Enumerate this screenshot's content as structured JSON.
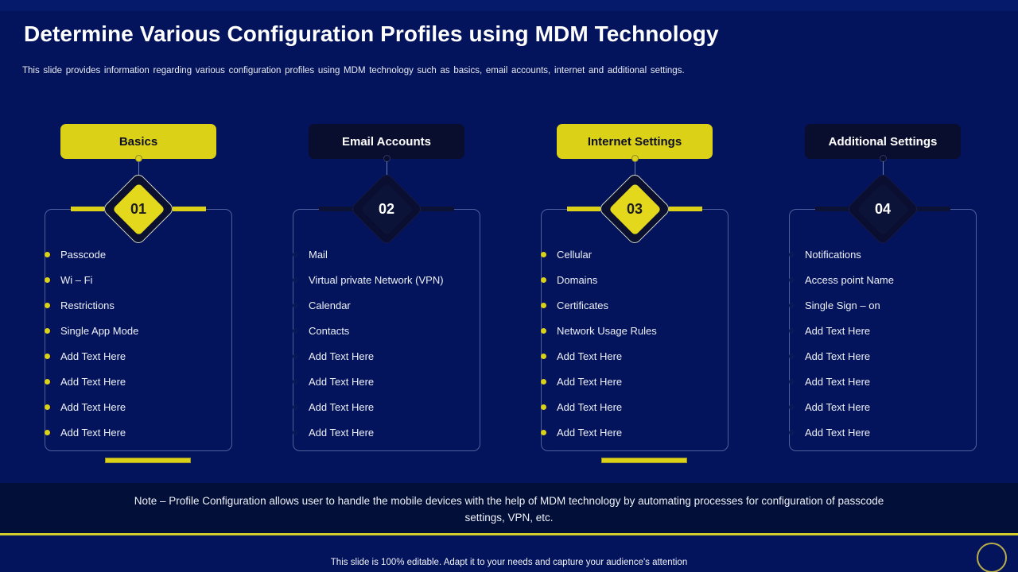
{
  "header": {
    "title": "Determine Various Configuration Profiles using MDM Technology",
    "subtitle": "This slide provides  information regarding  various  configuration  profiles using MDM technology such as basics, email  accounts, internet  and additional  settings."
  },
  "colors": {
    "background": "#04145c",
    "accent": "#dbd117",
    "dark_card": "#0a0e2e",
    "note_band": "#020f38",
    "text": "#ffffff"
  },
  "columns": [
    {
      "title": "Basics",
      "number": "01",
      "style": "accent",
      "has_under_bar": true,
      "items": [
        "Passcode",
        "Wi – Fi",
        "Restrictions",
        "Single App Mode",
        "Add Text Here",
        "Add Text Here",
        "Add Text Here",
        "Add Text Here"
      ]
    },
    {
      "title": "Email Accounts",
      "number": "02",
      "style": "dark",
      "has_under_bar": false,
      "items": [
        "Mail",
        "Virtual  private Network (VPN)",
        "Calendar",
        "Contacts",
        "Add Text Here",
        "Add Text Here",
        "Add Text Here",
        "Add Text Here"
      ]
    },
    {
      "title": "Internet Settings",
      "number": "03",
      "style": "accent",
      "has_under_bar": true,
      "items": [
        "Cellular",
        "Domains",
        "Certificates",
        "Network Usage Rules",
        "Add Text Here",
        "Add Text Here",
        "Add Text Here",
        "Add Text Here"
      ]
    },
    {
      "title": "Additional Settings",
      "number": "04",
      "style": "dark",
      "has_under_bar": false,
      "items": [
        "Notifications",
        "Access point Name",
        "Single Sign – on",
        "Add Text Here",
        "Add Text Here",
        "Add Text Here",
        "Add Text Here",
        "Add Text Here"
      ]
    }
  ],
  "note": {
    "text": "Note –  Profile Configuration allows user to handle the mobile devices with the help of MDM technology by automating processes for configuration  of passcode settings, VPN, etc."
  },
  "footer": {
    "text": "This  slide is 100% editable. Adapt it to your needs and capture your audience's attention"
  }
}
